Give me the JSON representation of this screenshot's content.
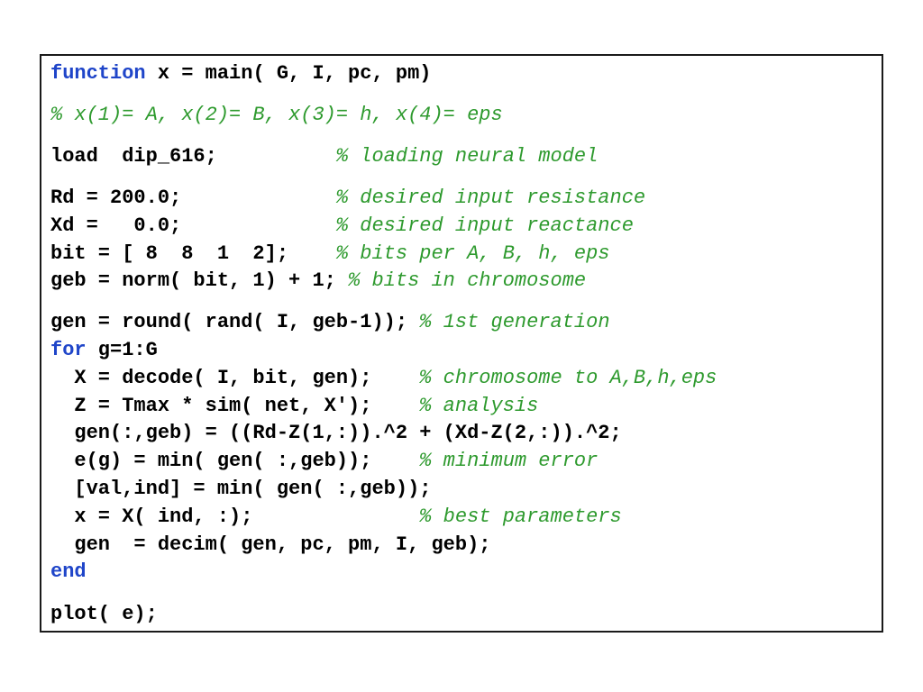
{
  "lines": [
    {
      "keyword": "function",
      "code": " x = main( G, I, pc, pm)",
      "comment": ""
    },
    {
      "keyword": "",
      "code": "",
      "comment": "% x(1)= A, x(2)= B, x(3)= h, x(4)= eps"
    },
    {
      "keyword": "",
      "code": "load  dip_616;          ",
      "comment": "% loading neural model"
    },
    {
      "keyword": "",
      "code": "Rd = 200.0;             ",
      "comment": "% desired input resistance"
    },
    {
      "keyword": "",
      "code": "Xd =   0.0;             ",
      "comment": "% desired input reactance"
    },
    {
      "keyword": "",
      "code": "bit = [ 8  8  1  2];    ",
      "comment": "% bits per A, B, h, eps"
    },
    {
      "keyword": "",
      "code": "geb = norm( bit, 1) + 1; ",
      "comment": "% bits in chromosome"
    },
    {
      "keyword": "",
      "code": "gen = round( rand( I, geb-1)); ",
      "comment": "% 1st generation"
    },
    {
      "keyword": "for",
      "code": " g=1:G",
      "comment": ""
    },
    {
      "keyword": "",
      "code": "  X = decode( I, bit, gen);    ",
      "comment": "% chromosome to A,B,h,eps"
    },
    {
      "keyword": "",
      "code": "  Z = Tmax * sim( net, X');    ",
      "comment": "% analysis"
    },
    {
      "keyword": "",
      "code": "  gen(:,geb) = ((Rd-Z(1,:)).^2 + (Xd-Z(2,:)).^2;",
      "comment": ""
    },
    {
      "keyword": "",
      "code": "  e(g) = min( gen( :,geb));    ",
      "comment": "% minimum error"
    },
    {
      "keyword": "",
      "code": "  [val,ind] = min( gen( :,geb));",
      "comment": ""
    },
    {
      "keyword": "",
      "code": "  x = X( ind, :);              ",
      "comment": "% best parameters"
    },
    {
      "keyword": "",
      "code": "  gen  = decim( gen, pc, pm, I, geb);",
      "comment": ""
    },
    {
      "keyword": "end",
      "code": "",
      "comment": ""
    },
    {
      "keyword": "",
      "code": "plot( e);",
      "comment": ""
    }
  ]
}
